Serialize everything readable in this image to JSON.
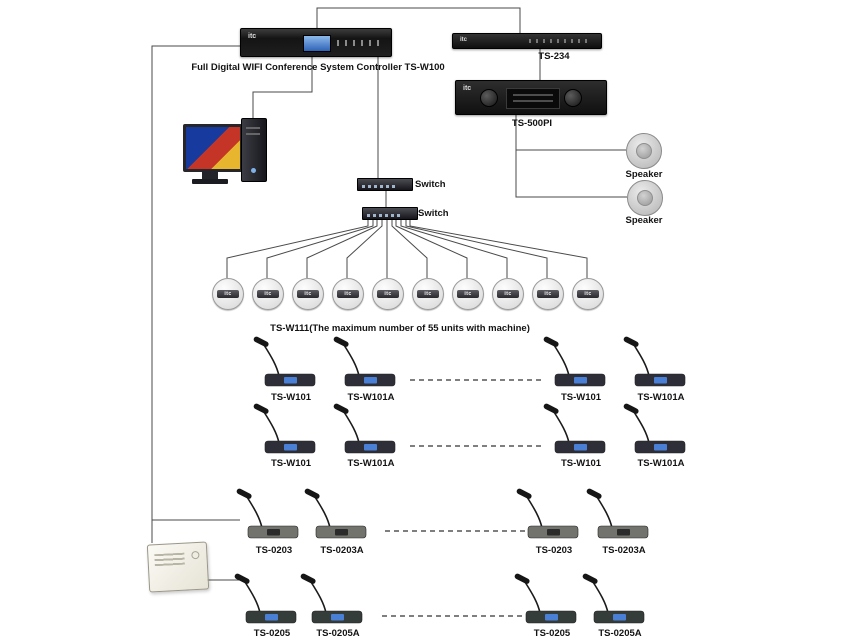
{
  "brand": "itc",
  "labels": {
    "controller": "Full Digital WIFI Conference System Controller TS-W100",
    "ts234": "TS-234",
    "amplifier": "TS-500PI",
    "speaker1": "Speaker",
    "speaker2": "Speaker",
    "switch1": "Switch",
    "switch2": "Switch",
    "wifi_caption": "TS-W111(The maximum number of 55 units with machine)"
  },
  "mic_rows": {
    "row1": [
      "TS-W101",
      "TS-W101A",
      "TS-W101",
      "TS-W101A"
    ],
    "row2": [
      "TS-W101",
      "TS-W101A",
      "TS-W101",
      "TS-W101A"
    ],
    "row3": [
      "TS-0203",
      "TS-0203A",
      "TS-0203",
      "TS-0203A"
    ],
    "row4": [
      "TS-0205",
      "TS-0205A",
      "TS-0205",
      "TS-0205A"
    ]
  },
  "colors": {
    "wire": "#4a4a4a",
    "rack_body": "#1c1c1c",
    "screen_blue": "#4a7fd6"
  }
}
